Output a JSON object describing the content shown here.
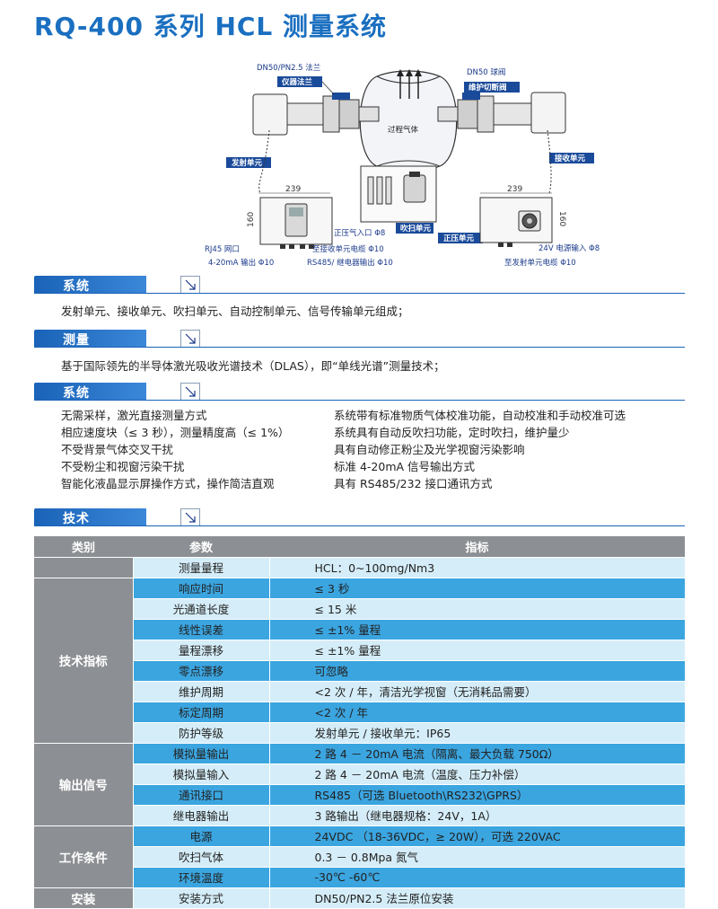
{
  "page_title": "RQ-400 系列 HCL 测量系统",
  "diagram": {
    "flange_label": "DN50/PN2.5 法兰",
    "flange_tag": "仪器法兰",
    "valve_label": "DN50 球阀",
    "valve_tag": "维护切断阀",
    "process_gas": "过程气体",
    "emitter_tag": "发射单元",
    "receiver_tag": "接收单元",
    "purge_tag": "吹扫单元",
    "pressure_tag": "正压单元",
    "dim_width_left": "239",
    "dim_height_left": "160",
    "dim_width_right": "239",
    "dim_height_right": "160",
    "gas_inlet": "正压气入口 Φ8",
    "rj45": "RJ45 网口",
    "to_receiver_cable": "至接收单元电缆 Φ10",
    "analog_out": "4-20mA 输出 Φ10",
    "rs485": "RS485/ 继电器输出 Φ10",
    "power_in": "24V 电源输入 Φ8",
    "to_emitter_cable": "至发射单元电缆 Φ10"
  },
  "sections": {
    "composition": "系统组成：",
    "principle": "测量原理：",
    "features": "系统特点：",
    "params": "技术参数："
  },
  "composition_text": "发射单元、接收单元、吹扫单元、自动控制单元、信号传输单元组成；",
  "principle_text": "基于国际领先的半导体激光吸收光谱技术（DLAS），即“单线光谱”测量技术；",
  "features_left": [
    "无需采样，激光直接测量方式",
    "相应速度块（≤ 3 秒），测量精度高（≤ 1%）",
    "不受背景气体交叉干扰",
    "不受粉尘和视窗污染干扰",
    "智能化液晶显示屏操作方式，操作简洁直观"
  ],
  "features_right": [
    "系统带有标准物质气体校准功能，自动校准和手动校准可选",
    "系统具有自动反吹扫功能，定时吹扫，维护量少",
    "具有自动修正粉尘及光学视窗污染影响",
    "标准 4-20mA 信号输出方式",
    "具有 RS485/232 接口通讯方式"
  ],
  "table": {
    "headers": [
      "类别",
      "参数",
      "指标"
    ],
    "groups": [
      {
        "category": "",
        "rows": [
          [
            "测量量程",
            "HCL：0~100mg/Nm3"
          ]
        ]
      },
      {
        "category": "技术指标",
        "rows": [
          [
            "响应时间",
            "≤ 3 秒"
          ],
          [
            "光通道长度",
            "≤ 15 米"
          ],
          [
            "线性误差",
            "≤ ±1% 量程"
          ],
          [
            "量程漂移",
            "≤ ±1% 量程"
          ],
          [
            "零点漂移",
            "可忽略"
          ],
          [
            "维护周期",
            "<2 次 / 年，清洁光学视窗（无消耗品需要）"
          ],
          [
            "标定周期",
            "<2 次 / 年"
          ],
          [
            "防护等级",
            "发射单元 / 接收单元：IP65"
          ]
        ]
      },
      {
        "category": "输出信号",
        "rows": [
          [
            "模拟量输出",
            "2 路 4 － 20mA 电流（隔离、最大负载 750Ω）"
          ],
          [
            "模拟量输入",
            "2 路 4 － 20mA 电流（温度、压力补偿）"
          ],
          [
            "通讯接口",
            "RS485（可选 Bluetooth\\RS232\\GPRS）"
          ],
          [
            "继电器输出",
            "3 路输出（继电器规格：24V，1A）"
          ]
        ]
      },
      {
        "category": "工作条件",
        "rows": [
          [
            "电源",
            "24VDC （18-36VDC，≥ 20W），可选 220VAC"
          ],
          [
            "吹扫气体",
            "0.3 － 0.8Mpa 氮气"
          ],
          [
            "环境温度",
            "-30℃ -60℃"
          ]
        ]
      },
      {
        "category": "安装",
        "rows": [
          [
            "安装方式",
            "DN50/PN2.5 法兰原位安装"
          ]
        ]
      }
    ]
  },
  "colors": {
    "title_blue": "#1a6fc0",
    "section_blue": "#1a63b8",
    "row_dark": "#3ba5e0",
    "row_light": "#d5edf8",
    "header_gray": "#8c8f93"
  }
}
